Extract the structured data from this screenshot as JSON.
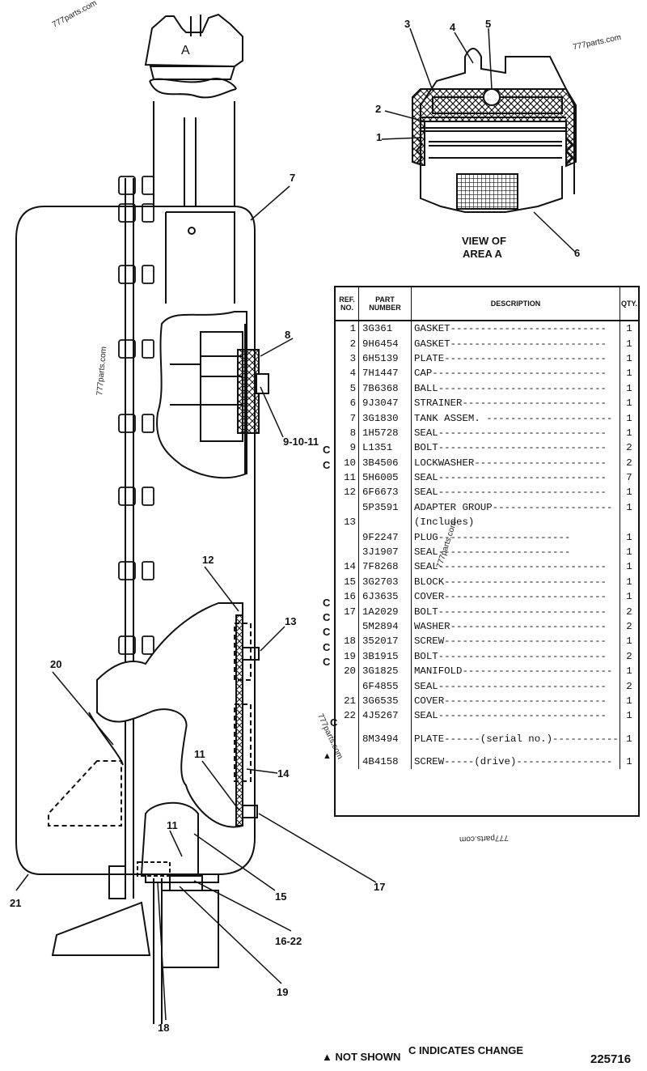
{
  "watermarks": {
    "top_left": "777parts.com",
    "top_right": "777parts.com",
    "bottom_mirror": "777parts.com",
    "side_vertical": "777parts.com",
    "table_diag_1": "777parts.com",
    "table_diag_2": "777parts.com"
  },
  "view": {
    "title_line1": "VIEW OF",
    "title_line2": "AREA A",
    "cap_label": "A"
  },
  "callouts": {
    "c1": "1",
    "c2": "2",
    "c3": "3",
    "c4": "4",
    "c5": "5",
    "c6": "6",
    "c7": "7",
    "c8": "8",
    "c9_10_11": "9-10-11",
    "c11a": "11",
    "c11b": "11",
    "c12": "12",
    "c13": "13",
    "c14": "14",
    "c15": "15",
    "c16_22": "16-22",
    "c17": "17",
    "c18": "18",
    "c19": "19",
    "c20": "20",
    "c21": "21"
  },
  "table": {
    "headers": {
      "ref": "REF. NO.",
      "part": "PART NUMBER",
      "desc": "DESCRIPTION",
      "qty": "QTY."
    },
    "rows": [
      {
        "ref": "1",
        "part": "3G361",
        "desc": "GASKET--------------------------",
        "qty": "1"
      },
      {
        "ref": "2",
        "part": "9H6454",
        "desc": "GASKET--------------------------",
        "qty": "1"
      },
      {
        "ref": "3",
        "part": "6H5139",
        "desc": "PLATE---------------------------",
        "qty": "1"
      },
      {
        "ref": "4",
        "part": "7H1447",
        "desc": "CAP-----------------------------",
        "qty": "1"
      },
      {
        "ref": "5",
        "part": "7B6368",
        "desc": "BALL----------------------------",
        "qty": "1"
      },
      {
        "ref": "6",
        "part": "9J3047",
        "desc": "STRAINER------------------------",
        "qty": "1"
      },
      {
        "ref": "7",
        "part": "3G1830",
        "desc": "TANK ASSEM. ---------------------",
        "qty": "1"
      },
      {
        "ref": "8",
        "part": "1H5728",
        "desc": "SEAL----------------------------",
        "qty": "1"
      },
      {
        "ref": "9",
        "part": "L1351",
        "desc": "BOLT----------------------------",
        "qty": "2"
      },
      {
        "ref": "10",
        "part": "3B4506",
        "desc": "LOCKWASHER----------------------",
        "qty": "2"
      },
      {
        "ref": "11",
        "part": "5H6005",
        "desc": "SEAL----------------------------",
        "qty": "7"
      },
      {
        "ref": "12",
        "part": "6F6673",
        "desc": "SEAL----------------------------",
        "qty": "1"
      },
      {
        "ref": "",
        "part": "5P3591",
        "desc": "ADAPTER GROUP--------------------",
        "qty": "1"
      },
      {
        "ref": "13",
        "part": "",
        "desc": "(Includes)",
        "qty": ""
      },
      {
        "ref": "",
        "part": "9F2247",
        "desc": "PLUG----------------------",
        "qty": "1"
      },
      {
        "ref": "",
        "part": "3J1907",
        "desc": "SEAL----------------------",
        "qty": "1"
      },
      {
        "ref": "14",
        "part": "7F8268",
        "desc": "SEAL----------------------------",
        "qty": "1"
      },
      {
        "ref": "15",
        "part": "3G2703",
        "desc": "BLOCK---------------------------",
        "qty": "1"
      },
      {
        "ref": "16",
        "part": "6J3635",
        "desc": "COVER---------------------------",
        "qty": "1"
      },
      {
        "ref": "17",
        "part": "1A2029",
        "desc": "BOLT----------------------------",
        "qty": "2"
      },
      {
        "ref": "",
        "part": "5M2894",
        "desc": "WASHER--------------------------",
        "qty": "2"
      },
      {
        "ref": "18",
        "part": "352017",
        "desc": "SCREW---------------------------",
        "qty": "1"
      },
      {
        "ref": "19",
        "part": "3B1915",
        "desc": "BOLT----------------------------",
        "qty": "2"
      },
      {
        "ref": "20",
        "part": "3G1825",
        "desc": "MANIFOLD-------------------------",
        "qty": "1"
      },
      {
        "ref": "",
        "part": "6F4855",
        "desc": "SEAL----------------------------",
        "qty": "2"
      },
      {
        "ref": "21",
        "part": "3G6535",
        "desc": "COVER---------------------------",
        "qty": "1"
      },
      {
        "ref": "22",
        "part": "4J5267",
        "desc": "SEAL----------------------------",
        "qty": "1"
      },
      {
        "ref": "",
        "part": "8M3494",
        "desc": "PLATE------(serial no.)-----------",
        "qty": "1"
      },
      {
        "ref": "",
        "part": "4B4158",
        "desc": "SCREW-----(drive)----------------",
        "qty": "1"
      }
    ],
    "change_marker": "C",
    "not_shown_marker": "▲"
  },
  "footer": {
    "not_shown": "▲ NOT SHOWN",
    "indicates_change": "C INDICATES CHANGE",
    "drawing_no": "225716"
  }
}
